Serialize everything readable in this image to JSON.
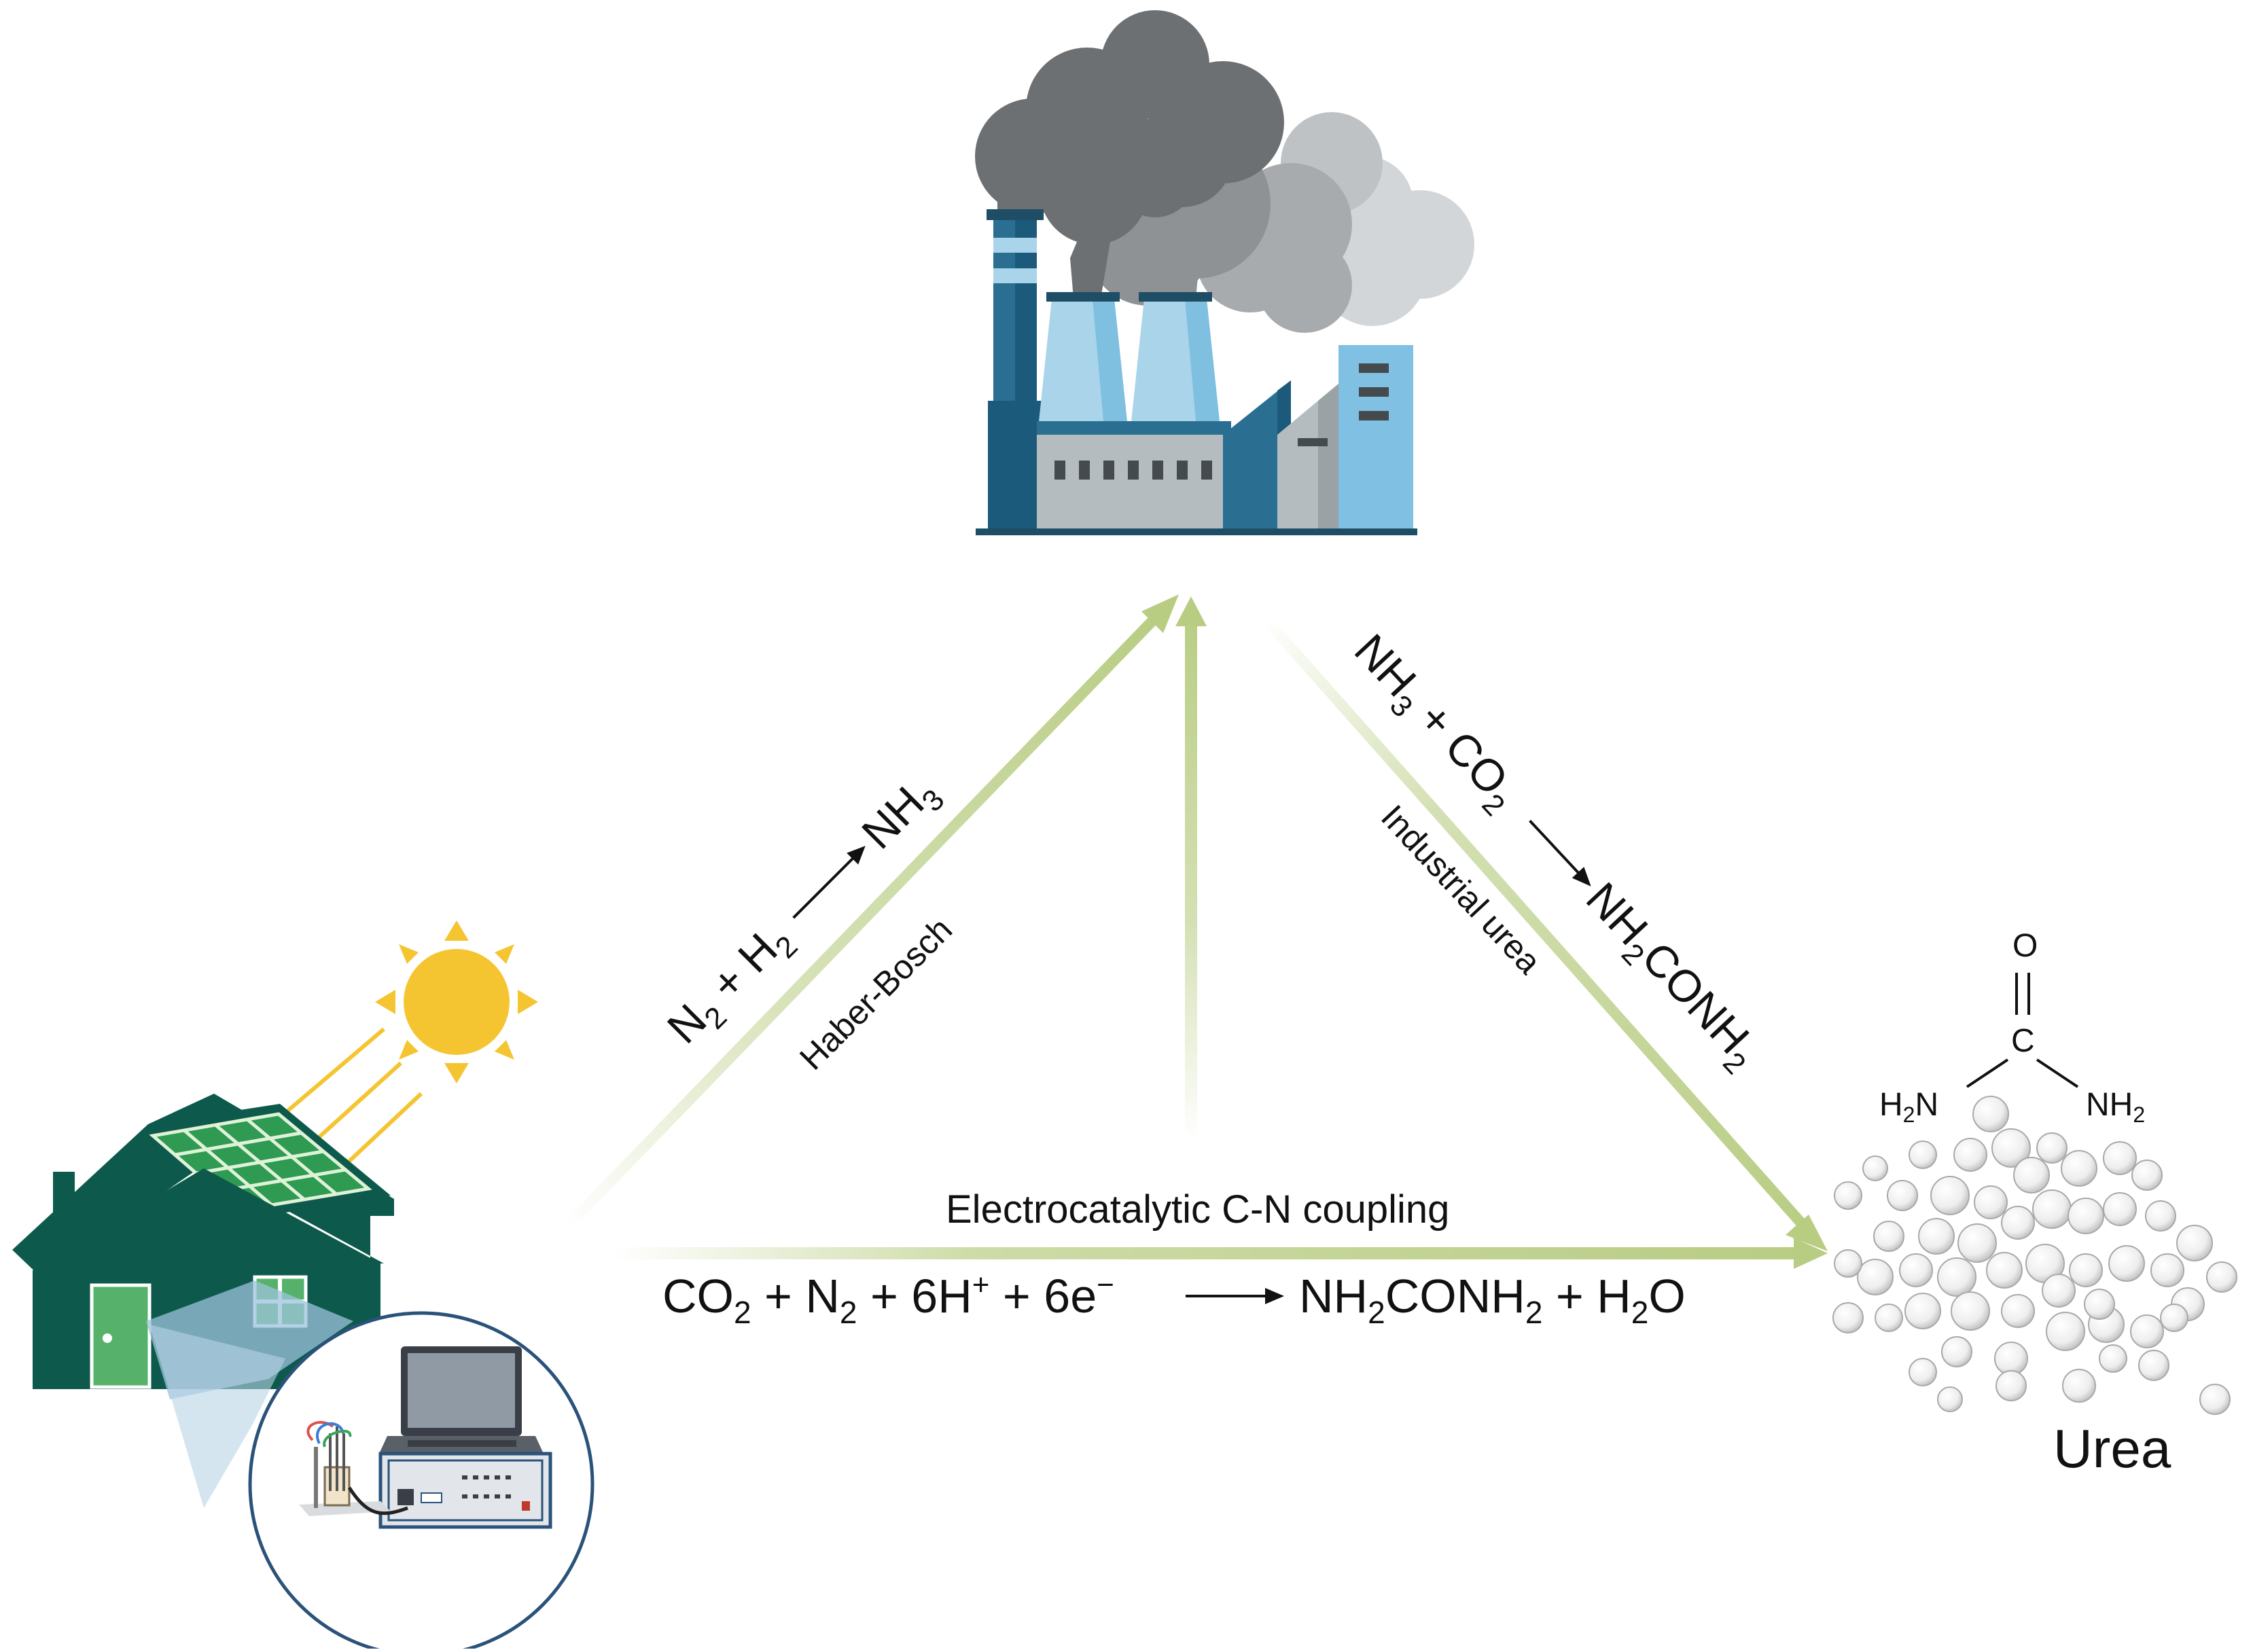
{
  "labels": {
    "haber_bosch": "Haber-Bosch",
    "industrial_urea": "Industrial urea",
    "electrocatalytic": "Electrocatalytic C-N coupling",
    "urea": "Urea"
  },
  "equations": {
    "haber": {
      "n": "N",
      "n_sub": "2",
      "plus": " + ",
      "h": "H",
      "h_sub": "2",
      "product": "NH",
      "product_sub": "3"
    },
    "industrial": {
      "nh": "NH",
      "nh_sub": "3",
      "plus": " + ",
      "co": "CO",
      "co_sub": "2",
      "p1": "NH",
      "p1_sub": "2",
      "p2": "CONH",
      "p2_sub": "2"
    },
    "electro": {
      "co": "CO",
      "co_sub": "2",
      "plus_n": " + N",
      "n_sub": "2",
      "plus_h": " + 6H",
      "h_sup": "+",
      "plus_e": " + 6e",
      "e_sup": "−",
      "p1": "NH",
      "p1_sub": "2",
      "p2": "CONH",
      "p2_sub": "2",
      "p3": " + H",
      "p3_sub": "2",
      "p4": "O"
    }
  },
  "urea_structure": {
    "o": "O",
    "c": "C",
    "h2n_h": "H",
    "h2n_sub": "2",
    "h2n_n": "N",
    "nh2_nh": "NH",
    "nh2_sub": "2"
  },
  "colors": {
    "arrow": "#b8cc82",
    "house": "#0d5a4c",
    "sun": "#f5c531",
    "factory_blue": "#2a6f92",
    "smoke": "#6d7072"
  },
  "icons": [
    "factory-icon",
    "house-icon",
    "sun-icon",
    "solar-panel-icon",
    "laptop-icon",
    "potentiostat-icon",
    "electrochemical-cell-icon",
    "urea-granules-icon"
  ]
}
